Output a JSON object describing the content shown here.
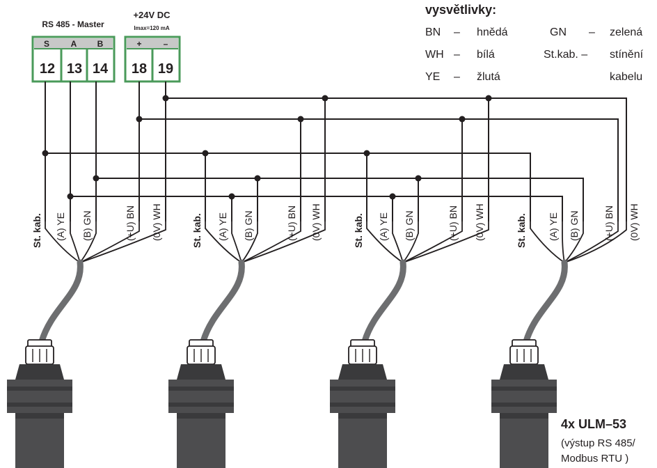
{
  "master": {
    "title": "RS 485 - Master",
    "headers": [
      "S",
      "A",
      "B"
    ],
    "terminals": [
      "12",
      "13",
      "14"
    ]
  },
  "power": {
    "title": "+24V DC",
    "subtitle": "Imax=120 mA",
    "headers": [
      "+",
      "–"
    ],
    "terminals": [
      "18",
      "19"
    ]
  },
  "legend": {
    "title": "vysvětlivky:",
    "rows": [
      {
        "code": "BN",
        "dash": "–",
        "name": "hnědá",
        "code2": "GN",
        "dash2": "–",
        "name2": "zelená"
      },
      {
        "code": "WH",
        "dash": "–",
        "name": "bílá",
        "code2": "St.kab. –",
        "dash2": "",
        "name2": "stínění"
      },
      {
        "code": "YE",
        "dash": "–",
        "name": "žlutá",
        "code2": "",
        "dash2": "",
        "name2": "kabelu"
      }
    ]
  },
  "sensor_wire_labels": [
    [
      "St. kab.",
      "(A) YE",
      "(B) GN",
      "(+U) BN",
      "(0V) WH"
    ],
    [
      "St. kab.",
      "(A) YE",
      "(B) GN",
      "(+U) BN",
      "(0V) WH"
    ],
    [
      "St. kab.",
      "(A) YE",
      "(B) GN",
      "(+U) BN",
      "(0V) WH"
    ],
    [
      "St. kab.",
      "(A) YE",
      "(B) GN",
      "(+U) BN",
      "(0V) WH"
    ]
  ],
  "device": {
    "title": "4x ULM–53",
    "line1": "(výstup RS 485/",
    "line2": "Modbus RTU )"
  },
  "colors": {
    "terminal_border": "#4a9a5a",
    "header_fill": "#c8c8c8",
    "wire": "#231f20",
    "cable": "#6d6e70",
    "sensor_body": "#4d4d4f",
    "sensor_dark": "#3a3a3c"
  }
}
